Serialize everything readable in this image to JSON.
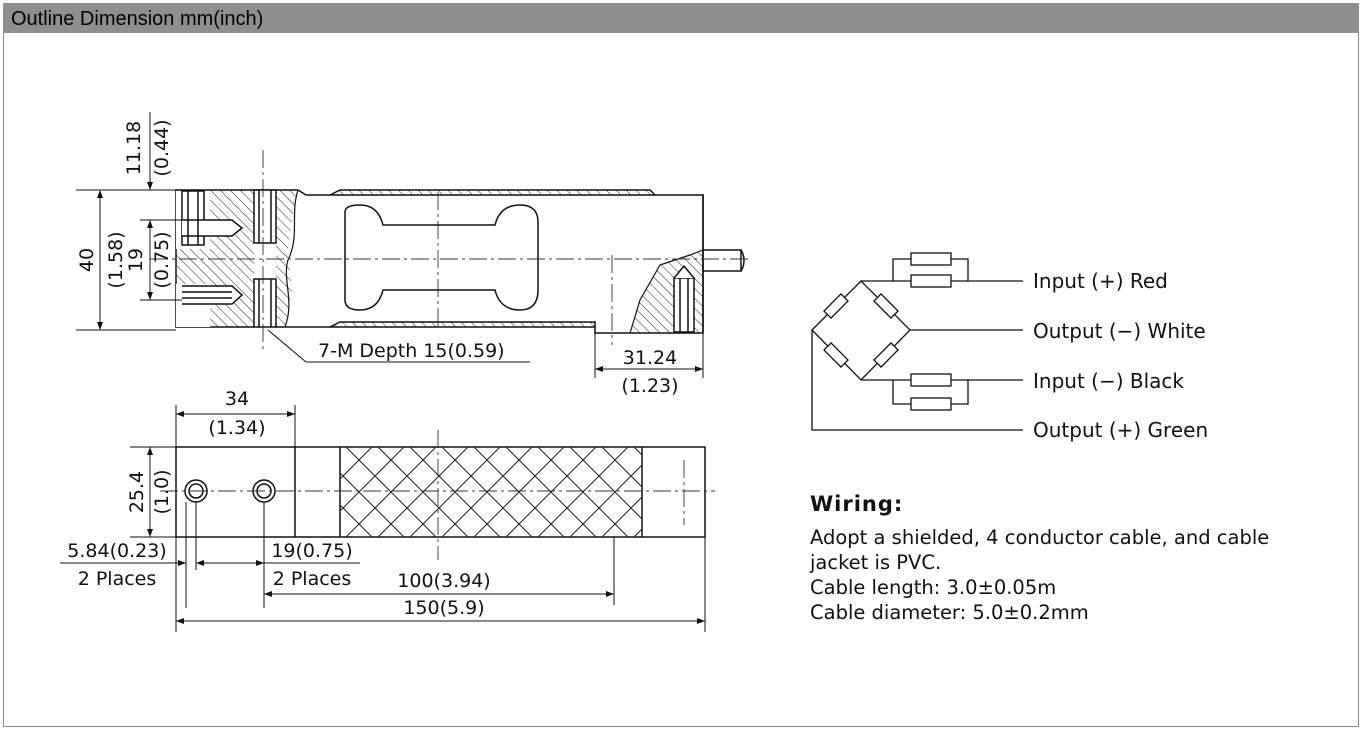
{
  "header": {
    "title": "Outline Dimension mm(inch)"
  },
  "side_view": {
    "dim_top_mm": "11.18",
    "dim_top_in": "(0.44)",
    "dim_height_mm": "40",
    "dim_height_in": "(1.58)",
    "dim_19_mm": "19",
    "dim_19_in": "(0.75)",
    "thread_note": "7-M Depth 15(0.59)",
    "dim_right_mm": "31.24",
    "dim_right_in": "(1.23)"
  },
  "top_view": {
    "dim_34_mm": "34",
    "dim_34_in": "(1.34)",
    "dim_width_mm": "25.4",
    "dim_width_in": "(1.0)",
    "dim_hole_offset": "5.84(0.23)",
    "dim_hole_offset_note": "2 Places",
    "dim_hole_spacing": "19(0.75)",
    "dim_hole_spacing_note": "2 Places",
    "dim_100": "100(3.94)",
    "dim_150": "150(5.9)"
  },
  "circuit": {
    "labels": [
      "Input (+) Red",
      "Output (−) White",
      "Input (−) Black",
      "Output (+) Green"
    ]
  },
  "wiring": {
    "title": "Wiring:",
    "lines": [
      "Adopt a shielded, 4 conductor cable, and cable",
      "jacket is PVC.",
      "Cable length: 3.0±0.05m",
      "Cable diameter: 5.0±0.2mm"
    ]
  }
}
